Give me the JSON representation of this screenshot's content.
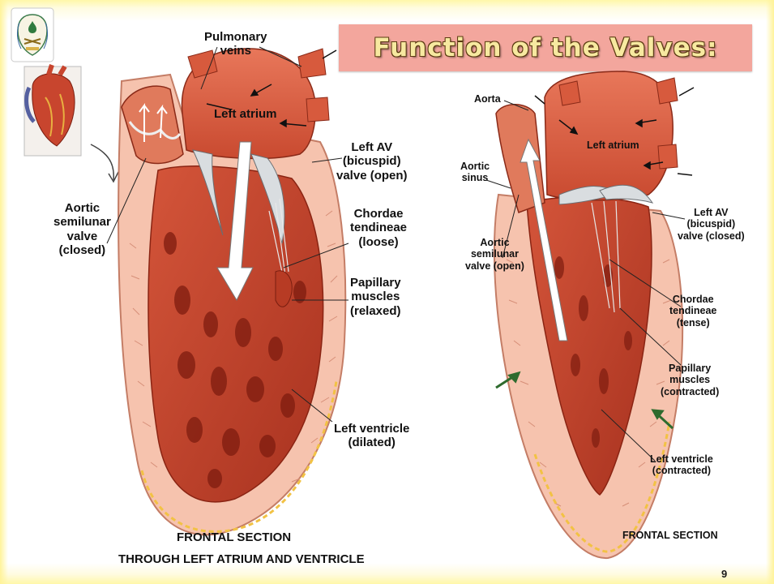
{
  "title": "Function of the Valves:",
  "page_number": "9",
  "colors": {
    "title_bar": "#f3a69d",
    "title_text": "#f7e9a0",
    "myocardium": "#c2412a",
    "outer_wall": "#f6c3ae",
    "valve": "#d9dde0",
    "arrow": "#ffffff",
    "green_arrow": "#2e6b2e"
  },
  "icons": [
    "university-seal-icon"
  ],
  "left_diagram": {
    "labels": {
      "pulmonary_veins": "Pulmonary\nveins",
      "left_atrium": "Left atrium",
      "left_av": "Left AV\n(bicuspid)\nvalve (open)",
      "aortic_semilunar": "Aortic\nsemilunar\nvalve\n(closed)",
      "chordae": "Chordae\ntendineae\n(loose)",
      "papillary": "Papillary\nmuscles\n(relaxed)",
      "left_ventricle": "Left ventricle\n(dilated)",
      "section_line1": "FRONTAL SECTION",
      "section_line2": "THROUGH LEFT ATRIUM AND VENTRICLE"
    }
  },
  "right_diagram": {
    "labels": {
      "aorta": "Aorta",
      "left_atrium": "Left atrium",
      "aortic_sinus": "Aortic\nsinus",
      "aortic_semilunar_open": "Aortic\nsemilunar\nvalve (open)",
      "left_av_closed": "Left AV\n(bicuspid)\nvalve (closed)",
      "chordae_tense": "Chordae\ntendineae\n(tense)",
      "papillary_contracted": "Papillary\nmuscles\n(contracted)",
      "left_ventricle_contracted": "Left ventricle\n(contracted)",
      "section": "FRONTAL SECTION"
    }
  }
}
